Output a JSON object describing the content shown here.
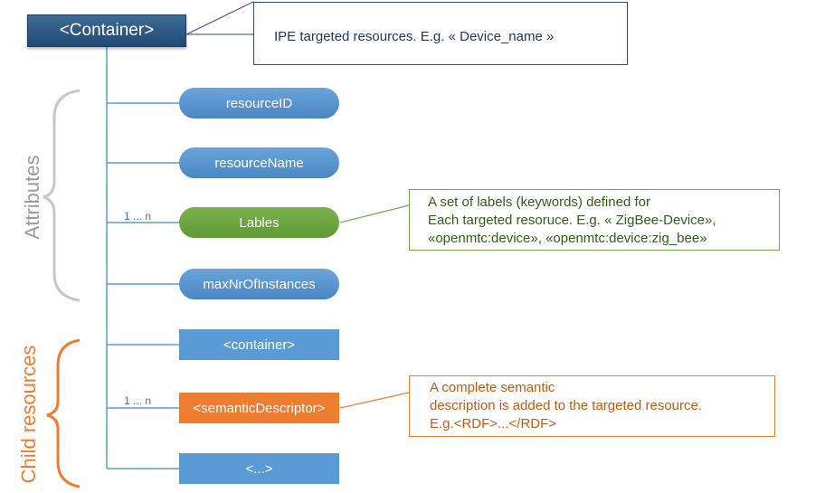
{
  "root": {
    "label": "<Container>"
  },
  "root_note": {
    "text": "IPE targeted resources. E.g. « Device_name »"
  },
  "groups": {
    "attributes": "Attributes",
    "child_resources": "Child resources"
  },
  "attributes": [
    {
      "label": "resourceID"
    },
    {
      "label": "resourceName"
    },
    {
      "label": "Lables",
      "multiplicity": "1 ... n"
    },
    {
      "label": "maxNrOfInstances"
    }
  ],
  "children": [
    {
      "label": "<container>"
    },
    {
      "label": "<semanticDescriptor>",
      "multiplicity": "1 ... n"
    },
    {
      "label": "<...>"
    }
  ],
  "labels_note": {
    "line1": "A set of labels (keywords) defined for",
    "line2": "Each targeted resoruce. E.g. « ZigBee-Device»,",
    "line3": "«openmtc:device», «openmtc:device:zig_bee»"
  },
  "semantic_note": {
    "line1": "A complete semantic",
    "line2": "description is added to the targeted resource.",
    "line3": "E.g.<RDF>...</RDF>"
  },
  "colors": {
    "root": "#2e5987",
    "attribute": "#5b9bd5",
    "labels": "#70ad47",
    "child": "#5b9bd5",
    "highlight": "#ed7d31",
    "connector": "#5b9bd5"
  }
}
